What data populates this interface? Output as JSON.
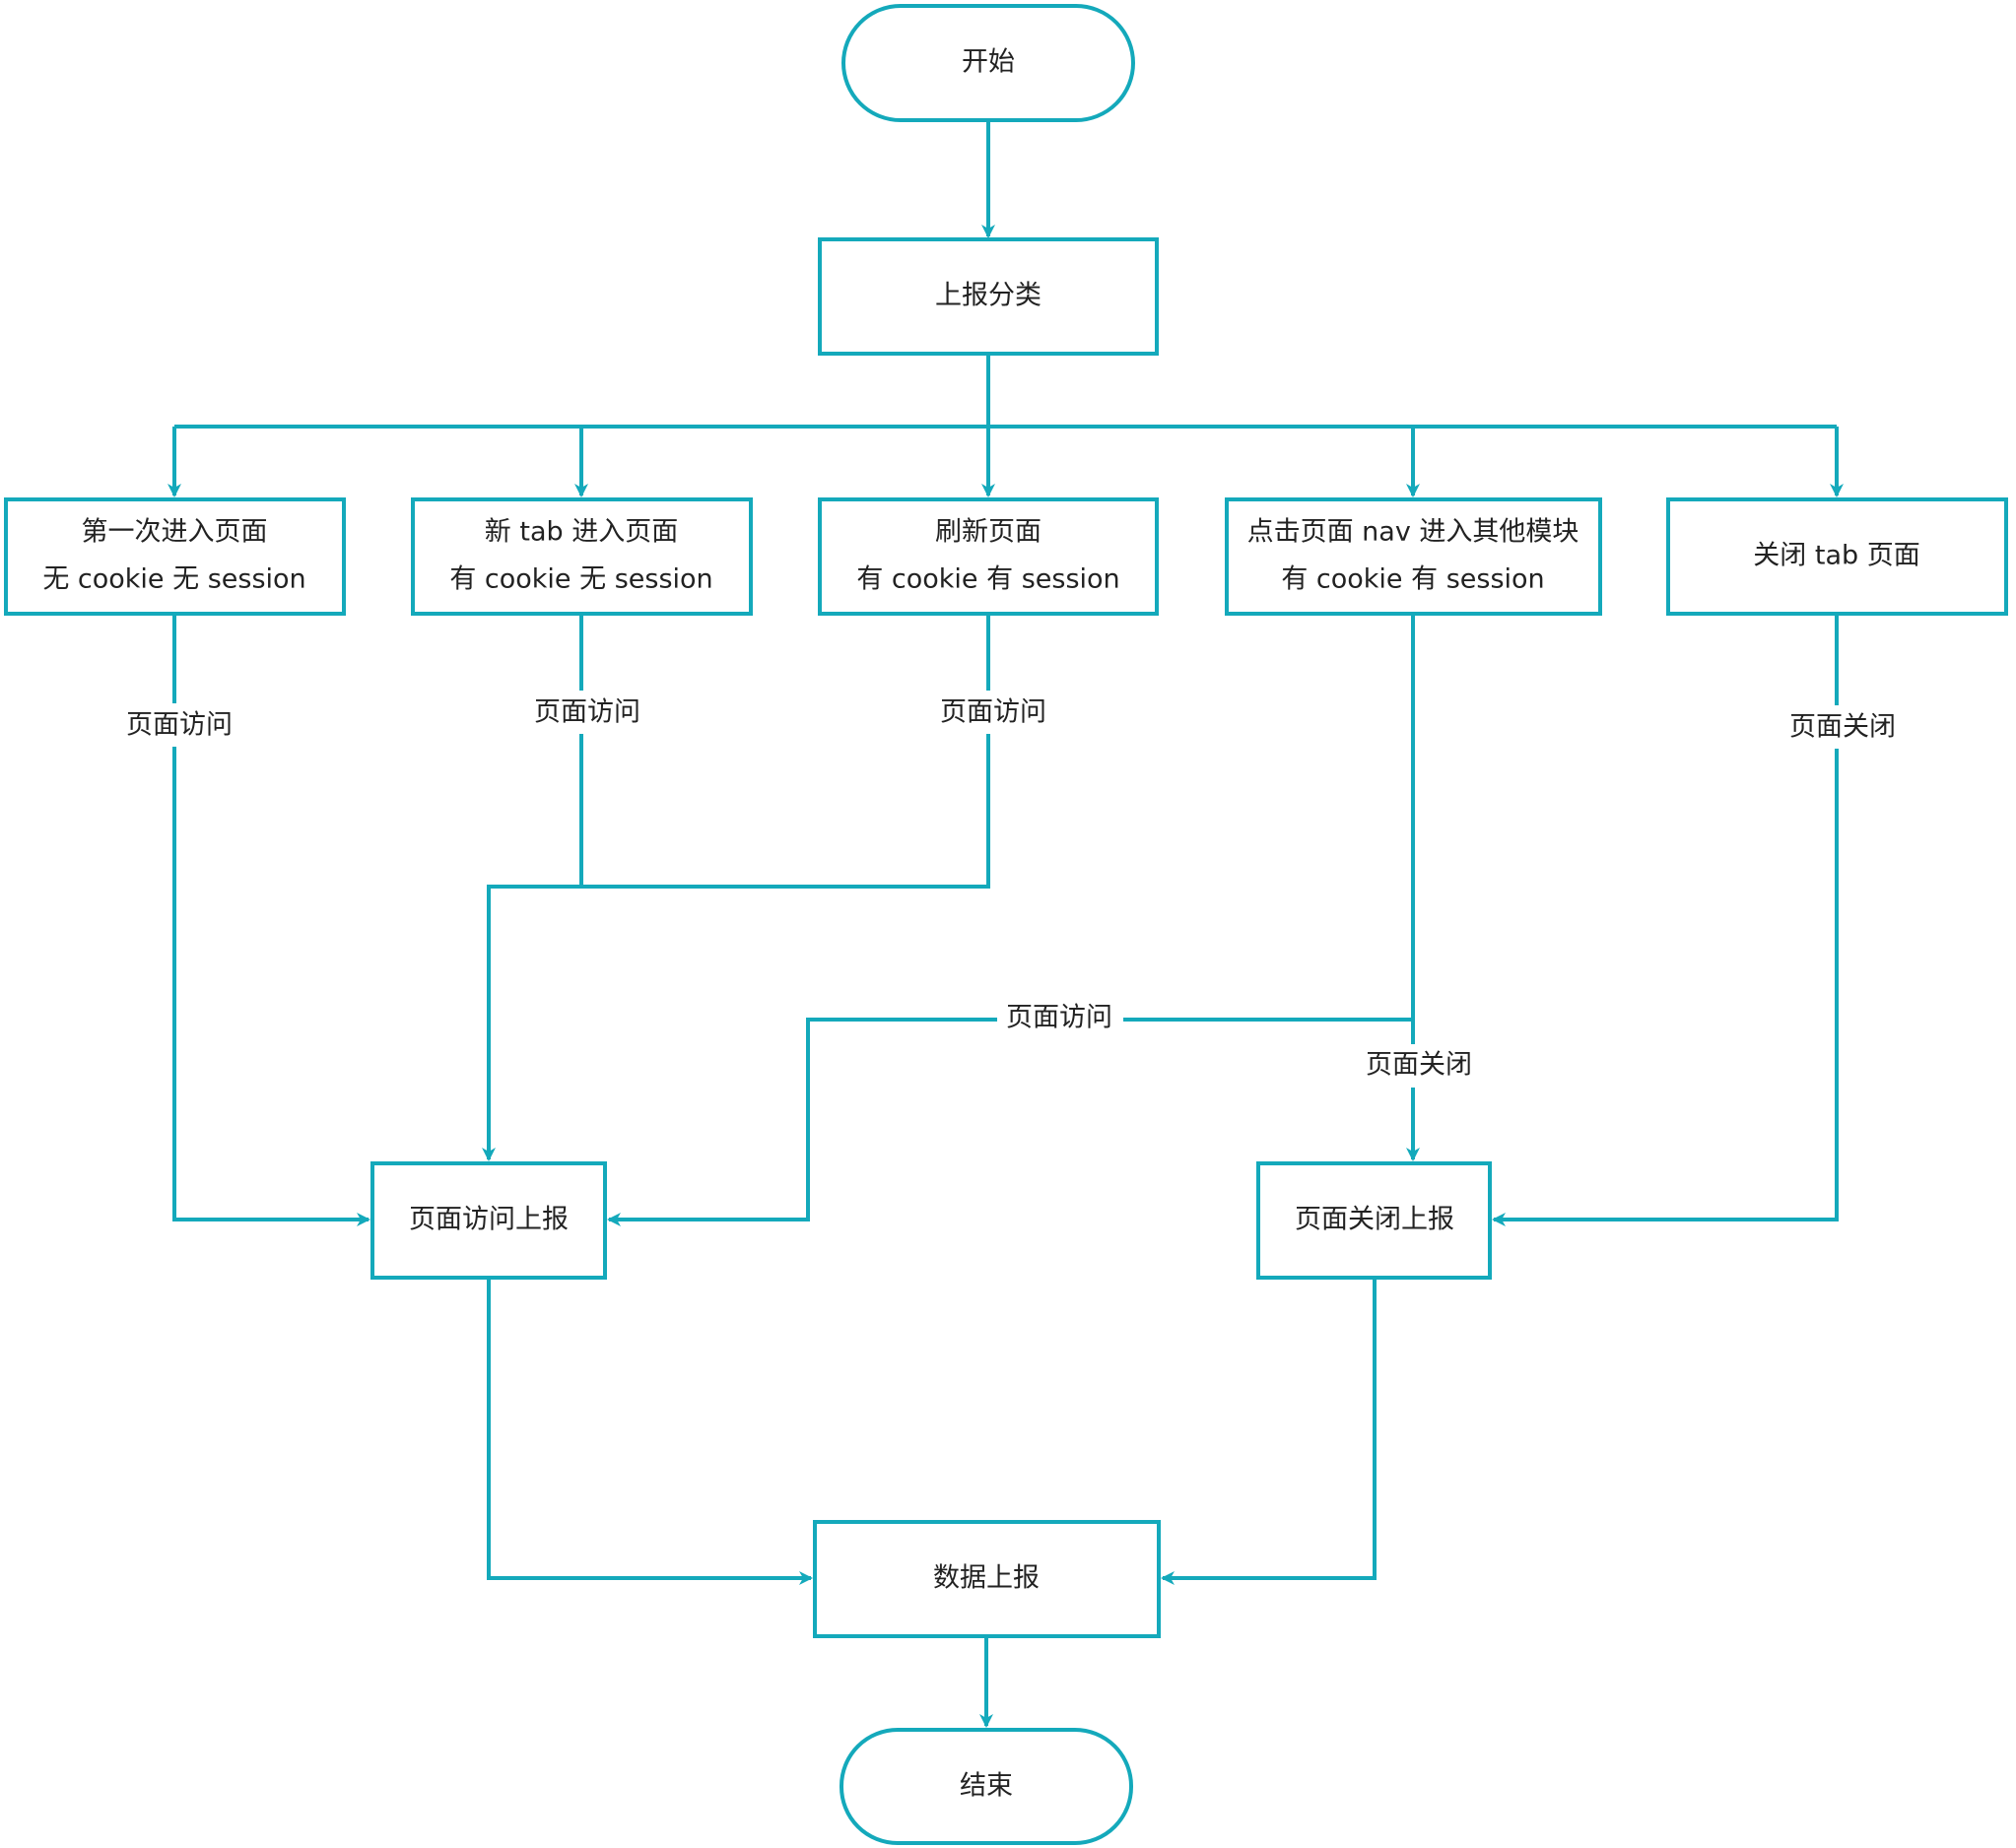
{
  "colors": {
    "stroke": "#14a9bb",
    "text": "#222222",
    "background": "#ffffff"
  },
  "nodes": {
    "start": {
      "label": "开始"
    },
    "classify": {
      "label": "上报分类"
    },
    "case1": {
      "line1": "第一次进入页面",
      "line2": "无 cookie 无 session"
    },
    "case2": {
      "line1": "新 tab 进入页面",
      "line2": "有 cookie 无 session"
    },
    "case3": {
      "line1": "刷新页面",
      "line2": "有 cookie 有 session"
    },
    "case4": {
      "line1": "点击页面 nav 进入其他模块",
      "line2": "有 cookie 有 session"
    },
    "case5": {
      "label": "关闭 tab 页面"
    },
    "visit_report": {
      "label": "页面访问上报"
    },
    "close_report": {
      "label": "页面关闭上报"
    },
    "data_report": {
      "label": "数据上报"
    },
    "end": {
      "label": "结束"
    }
  },
  "edge_labels": {
    "case1_visit": "页面访问",
    "case2_visit": "页面访问",
    "case3_visit": "页面访问",
    "case4_visit": "页面访问",
    "case4_close": "页面关闭",
    "case5_close": "页面关闭"
  }
}
